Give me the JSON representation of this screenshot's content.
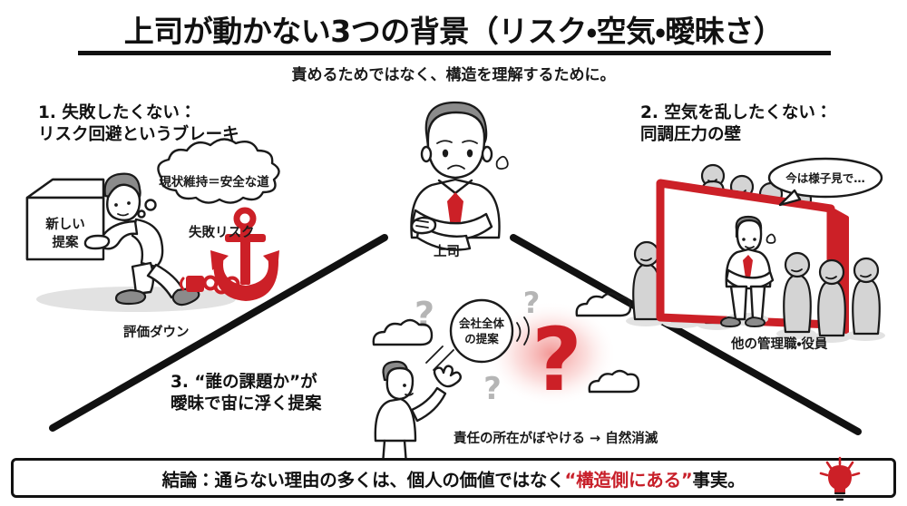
{
  "header": {
    "title": "上司が動かない3つの背景（リスク・空気・曖昧さ）",
    "subtitle": "責めるためではなく、構造を理解するために。"
  },
  "center": {
    "boss_label": "上司"
  },
  "sections": [
    {
      "id": "risk",
      "heading": "1. 失敗したくない：\n   リスク回避というブレーキ",
      "thought_bubble": "現状維持＝安全な道",
      "box_label_line1": "新しい",
      "box_label_line2": "提案",
      "anchor_label": "失敗リスク",
      "caption": "評価ダウン"
    },
    {
      "id": "peer-pressure",
      "heading": "2. 空気を乱したくない：\n   同調圧力の壁",
      "speech_bubble": "今は様子見で…",
      "caption": "他の管理職・役員"
    },
    {
      "id": "ambiguity",
      "heading": "3. “誰の課題か”が\n曖昧で宙に浮く提案",
      "balloon_line1": "会社全体",
      "balloon_line2": "の提案",
      "caption": "責任の所在がぼやける → 自然消滅",
      "question_mark": "?"
    }
  ],
  "conclusion": {
    "prefix": "結論：通らない理由の多くは、個人の価値ではなく",
    "highlight": "“構造側にある”",
    "suffix": "事実。",
    "icon": "lightbulb-icon"
  },
  "colors": {
    "accent_red": "#cc2027",
    "ink": "#1a1a1a",
    "gray_figure": "#d4d4d4",
    "background": "#ffffff"
  }
}
